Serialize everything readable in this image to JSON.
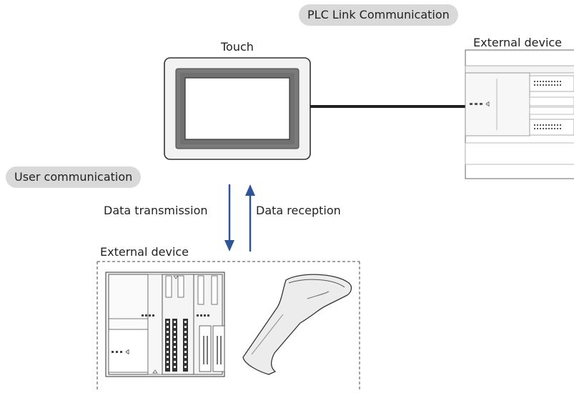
{
  "labels": {
    "plc_link": "PLC Link Communication",
    "touch": "Touch",
    "external_device_top": "External device",
    "user_communication": "User communication",
    "data_transmission": "Data transmission",
    "data_reception": "Data reception",
    "external_device_bottom": "External device"
  },
  "colors": {
    "pill": "#d9d9d9",
    "arrow": "#2f5597",
    "line": "#222222"
  }
}
